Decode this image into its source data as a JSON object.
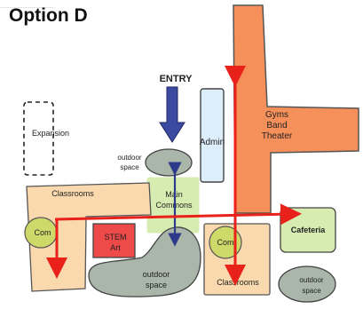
{
  "title": "Option D",
  "entry_label": "ENTRY",
  "regions": {
    "expansion": "Expansion",
    "admin": "Admin",
    "gyms_line1": "Gyms",
    "gyms_line2": "Band",
    "gyms_line3": "Theater",
    "outdoor_space_top_line1": "outdoor",
    "outdoor_space_top_line2": "space",
    "main_commons_line1": "Main",
    "main_commons_line2": "Commons",
    "classrooms_left": "Classrooms",
    "commons_left": "Com",
    "stem_line1": "STEM",
    "stem_line2": "Art",
    "outdoor_space_bottom_line1": "outdoor",
    "outdoor_space_bottom_line2": "space",
    "commons_right": "Com",
    "classrooms_right": "Classrooms",
    "cafeteria": "Cafeteria",
    "outdoor_space_right_line1": "outdoor",
    "outdoor_space_right_line2": "space"
  },
  "colors": {
    "gyms": "#f6905a",
    "admin": "#dceefa",
    "commons": "#d7ecb0",
    "classrooms": "#f9d9ad",
    "com_circle": "#cfd96a",
    "stem": "#ef4a4a",
    "outdoor": "#a9b6a9",
    "cafeteria": "#d7ecb0",
    "arrow_red": "#e8221b",
    "arrow_blue": "#2d3a8c"
  }
}
